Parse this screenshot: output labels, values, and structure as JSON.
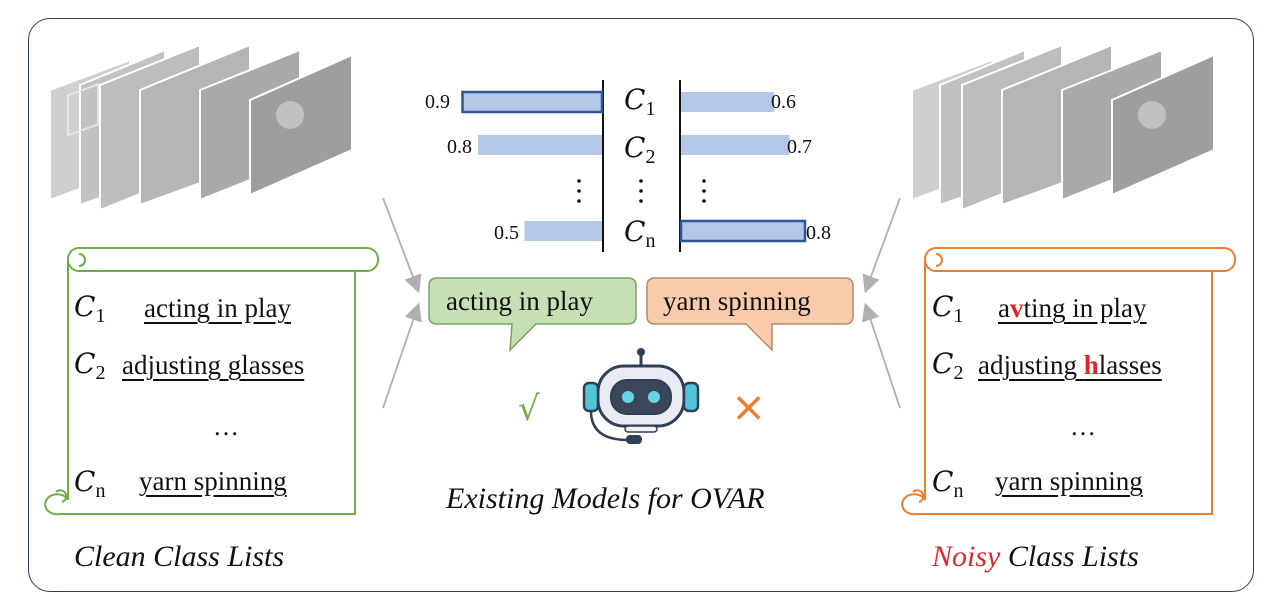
{
  "figure": {
    "left_panel": {
      "items": [
        {
          "cls": "1",
          "text": "acting in play"
        },
        {
          "cls": "2",
          "text": "adjusting glasses"
        },
        {
          "cls": "n",
          "text": "yarn spinning"
        }
      ],
      "ellipsis": "…",
      "caption": "Clean Class Lists"
    },
    "right_panel": {
      "items": [
        {
          "cls": "1",
          "pre": "a",
          "typo": "v",
          "post": "ting in play"
        },
        {
          "cls": "2",
          "pre": "adjusting ",
          "typo": "h",
          "post": "lasses"
        },
        {
          "cls": "n",
          "pre": "yarn spinning",
          "typo": "",
          "post": ""
        }
      ],
      "ellipsis": "…",
      "caption_noisy": "Noisy",
      "caption_rest": " Class Lists"
    },
    "center": {
      "classes": [
        "C",
        "C",
        "C"
      ],
      "class_subs": [
        "1",
        "2",
        "n"
      ],
      "left_scores": [
        "0.9",
        "0.8",
        "0.5"
      ],
      "right_scores": [
        "0.6",
        "0.7",
        "0.8"
      ],
      "left_score_values": [
        0.9,
        0.8,
        0.5
      ],
      "right_score_values": [
        0.6,
        0.7,
        0.8
      ],
      "bubble_left": "acting in play",
      "bubble_right": "yarn spinning",
      "check_mark": "√",
      "cross_mark": "×",
      "caption": "Existing Models for OVAR"
    },
    "colors": {
      "bar": "#b4c7e7",
      "bar_highlight_border": "#2f5597",
      "green": "#70ad47",
      "orange": "#ed7d31",
      "bubble_green": "#c5e0b4",
      "bubble_orange": "#f8cbad",
      "typo_red": "#e0262b"
    }
  }
}
